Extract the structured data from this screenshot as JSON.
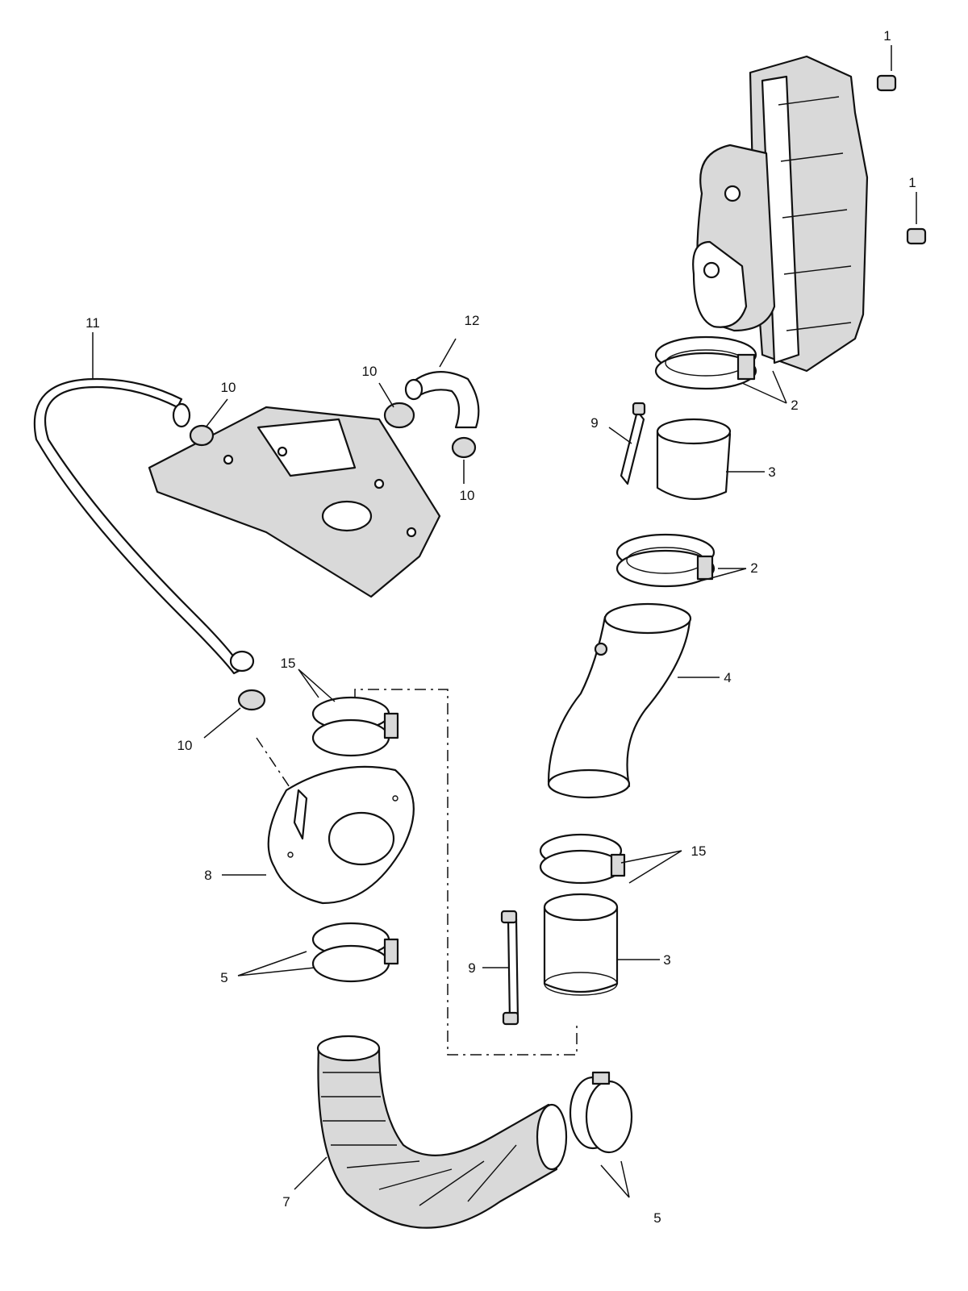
{
  "diagram": {
    "type": "exploded-parts-diagram",
    "callouts": [
      {
        "id": "c1a",
        "label": "1"
      },
      {
        "id": "c1b",
        "label": "1"
      },
      {
        "id": "c2a",
        "label": "2"
      },
      {
        "id": "c2b",
        "label": "2"
      },
      {
        "id": "c3a",
        "label": "3"
      },
      {
        "id": "c3b",
        "label": "3"
      },
      {
        "id": "c4",
        "label": "4"
      },
      {
        "id": "c5a",
        "label": "5"
      },
      {
        "id": "c5b",
        "label": "5"
      },
      {
        "id": "c7",
        "label": "7"
      },
      {
        "id": "c8",
        "label": "8"
      },
      {
        "id": "c9a",
        "label": "9"
      },
      {
        "id": "c9b",
        "label": "9"
      },
      {
        "id": "c10a",
        "label": "10"
      },
      {
        "id": "c10b",
        "label": "10"
      },
      {
        "id": "c10c",
        "label": "10"
      },
      {
        "id": "c10d",
        "label": "10"
      },
      {
        "id": "c11",
        "label": "11"
      },
      {
        "id": "c12",
        "label": "12"
      },
      {
        "id": "c15a",
        "label": "15"
      },
      {
        "id": "c15b",
        "label": "15"
      }
    ]
  }
}
